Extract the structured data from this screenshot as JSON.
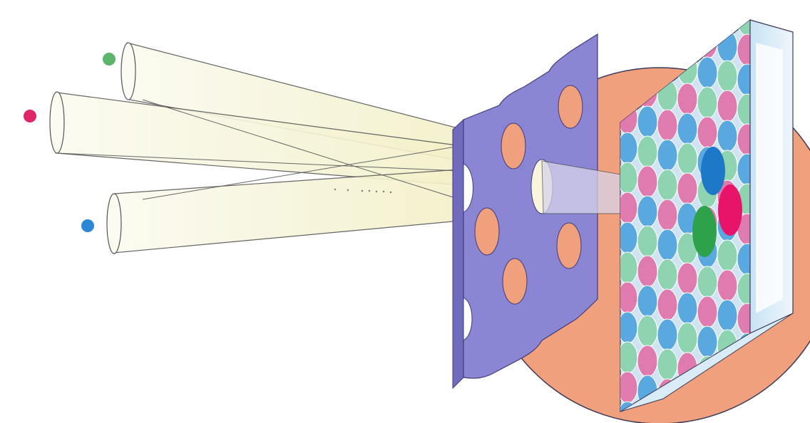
{
  "diagram": {
    "kind": "shadow-mask color CRT illustration",
    "labels": [],
    "colors": {
      "green_gun": "#5db56b",
      "red_gun": "#e0256a",
      "blue_gun": "#2e86d6",
      "shadow_mask": "#8a86d4",
      "backdrop_disc": "#f0a07c",
      "beam_fill": "#f7f6dc",
      "phosphor_red": "#e07bb0",
      "phosphor_green": "#8fd4b0",
      "phosphor_blue": "#5aa8e0",
      "lit_red": "#e8146a",
      "lit_green": "#2ea24a",
      "lit_blue": "#1e78c8",
      "screen_glass": "#dcecf7"
    },
    "electron_guns": [
      {
        "name": "green-gun",
        "color_key": "green_gun"
      },
      {
        "name": "red-gun",
        "color_key": "red_gun"
      },
      {
        "name": "blue-gun",
        "color_key": "blue_gun"
      }
    ]
  }
}
